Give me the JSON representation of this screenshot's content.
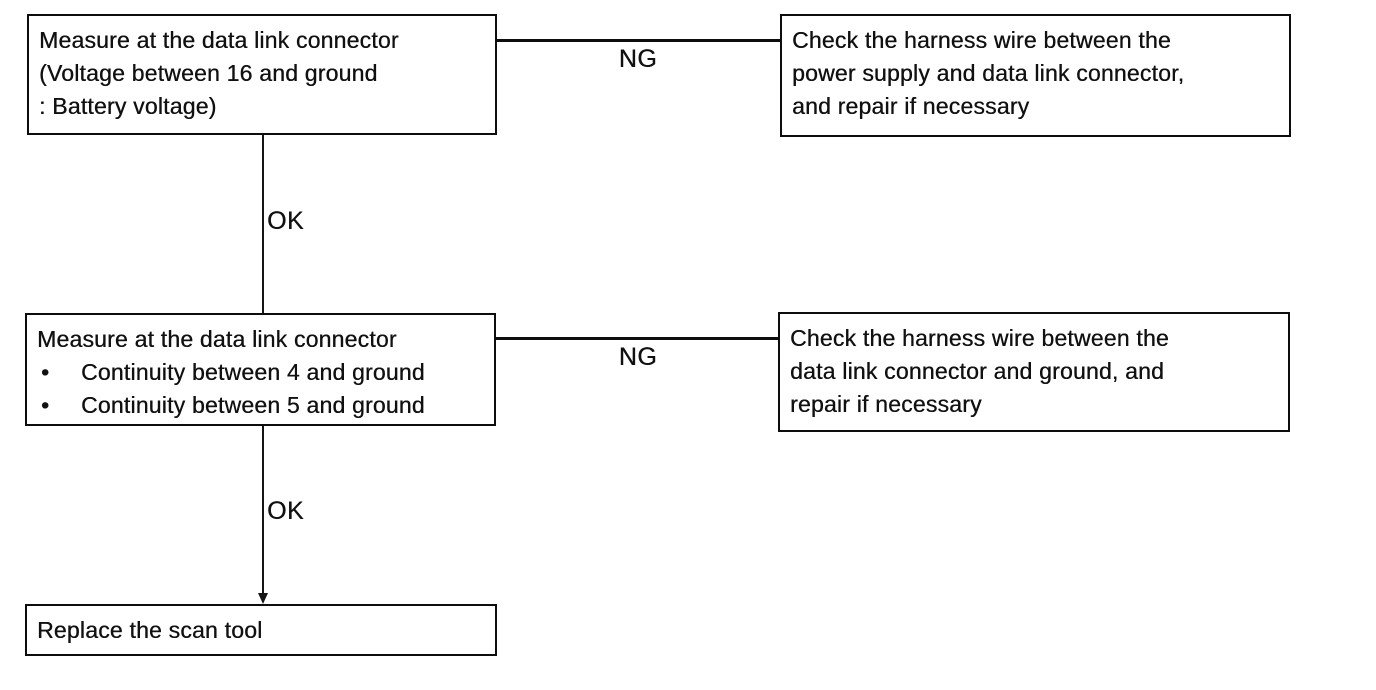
{
  "diagram": {
    "bullet_char": "•",
    "colors": {
      "ink": "#111111",
      "background": "#ffffff"
    },
    "boxes": [
      {
        "id": "measure-voltage",
        "lines": [
          "Measure at the data link connector",
          "(Voltage between 16 and ground",
          ": Battery voltage)"
        ]
      },
      {
        "id": "check-power-harness",
        "lines": [
          "Check the harness wire between the",
          "power supply and data link connector,",
          "and repair if necessary"
        ]
      },
      {
        "id": "measure-continuity",
        "title": "Measure at the data link connector",
        "bullets": [
          "Continuity between 4 and ground",
          "Continuity between 5 and ground"
        ]
      },
      {
        "id": "check-ground-harness",
        "lines": [
          "Check the harness wire between the",
          "data link connector and ground, and",
          "repair if necessary"
        ]
      },
      {
        "id": "replace-scan-tool",
        "lines": [
          "Replace the scan tool"
        ]
      }
    ],
    "labels": {
      "ng1": "NG",
      "ng2": "NG",
      "ok1": "OK",
      "ok2": "OK"
    }
  }
}
